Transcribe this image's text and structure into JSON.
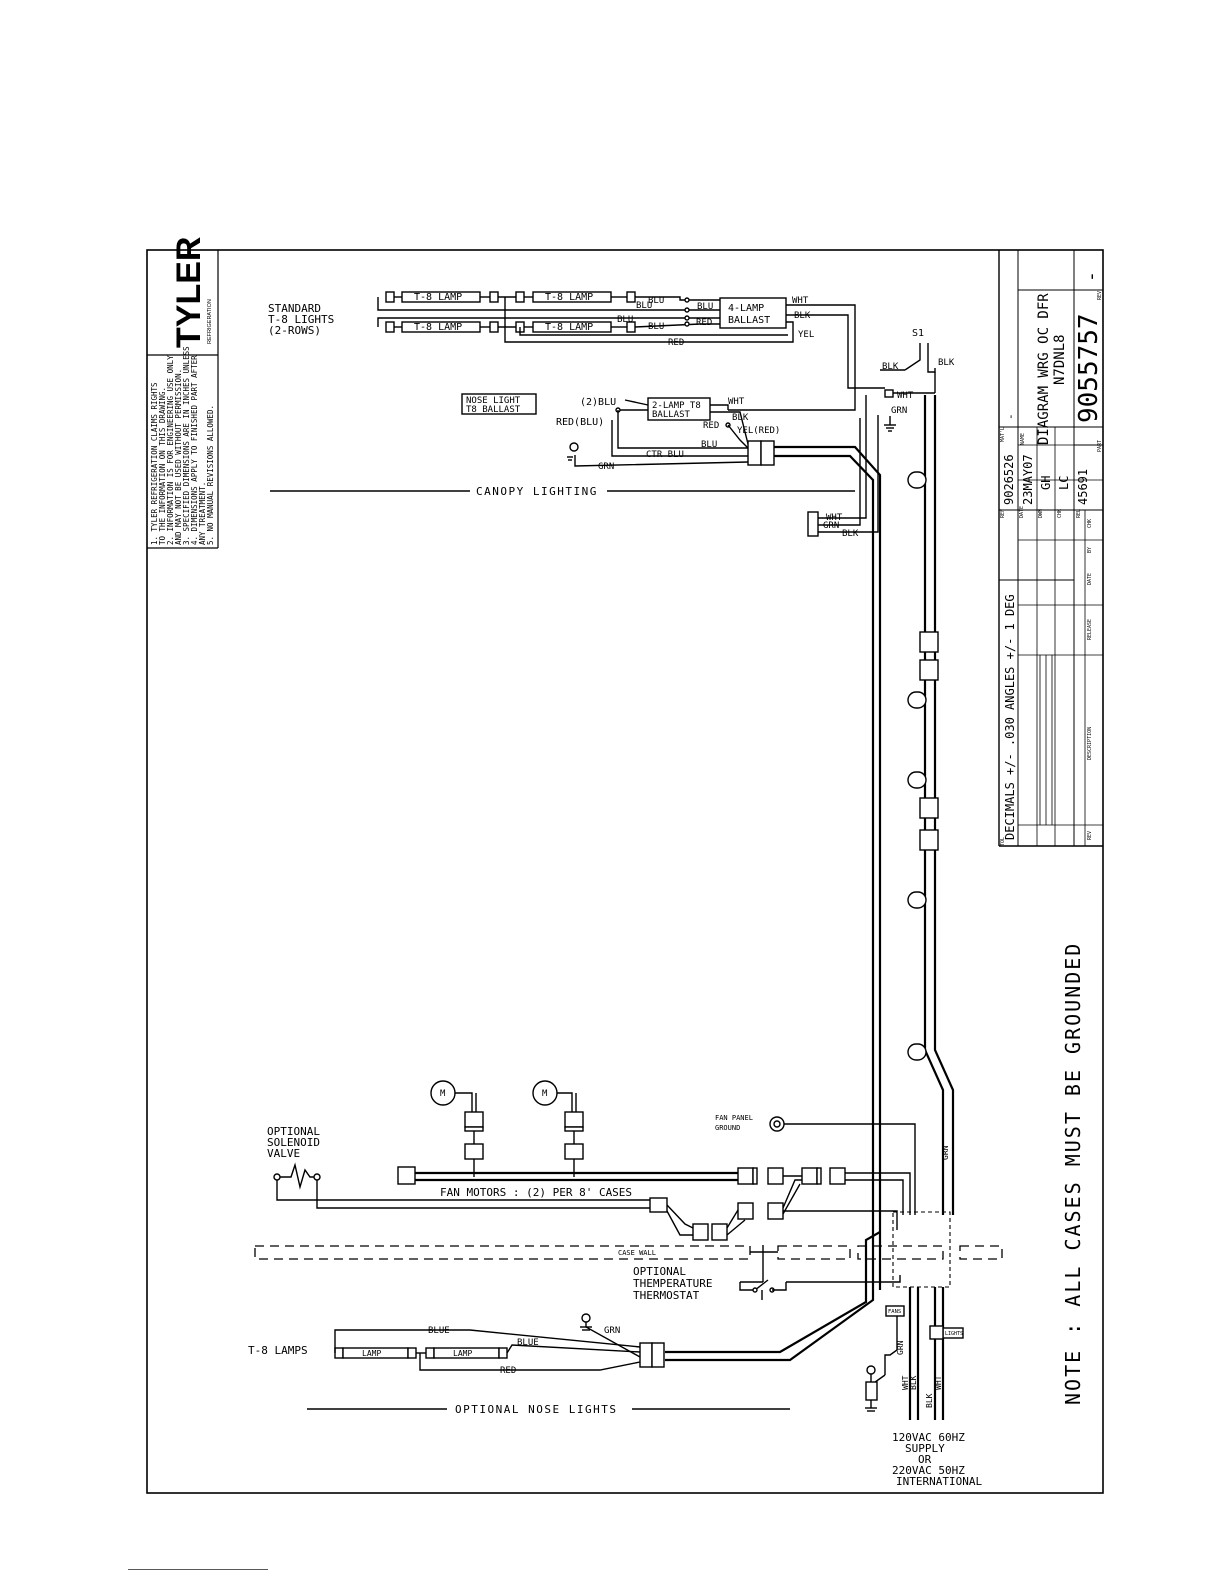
{
  "title_block": {
    "logo": "TYLER",
    "logo_sub": "REFRIGERATION",
    "notes": [
      "1. TYLER REFRIGERATION CLAIMS RIGHTS",
      "TO THE INFORMATION ON THIS DRAWING.",
      "2. INFORMATION IS FOR ENGINEERING USE ONLY",
      "AND MAY NOT BE USED WITHOUT PERMISSION.",
      "3. SPECIFIED DIMENSIONS ARE IN INCHES UNLESS",
      "4. DIMENSIONS APPLY TO FINISHED PART AFTER",
      "ANY TREATMENT.",
      "5. NO MANUAL REVISIONS ALLOWED."
    ],
    "part_number": "9055757",
    "rev_value": "-",
    "drawing_name_line1": "DIAGRAM WRG OC DFR",
    "drawing_name_line2": "N7DNL8",
    "matl_value": "-",
    "ref": "9026526",
    "date": "23MAY07",
    "drawn": "GH",
    "checked": "LC",
    "release_no": "45691",
    "tolerance": "DECIMALS +/- .030  ANGLES +/- 1 DEG",
    "labels": {
      "rev": "REV",
      "part": "PART",
      "name": "NAME",
      "matl": "MAT'L",
      "ref": "REF",
      "date": "DATE",
      "dwn": "DWN",
      "chk": "CHK",
      "rel": "REL",
      "description": "DESCRIPTION",
      "release": "RELEASE",
      "by": "BY",
      "tol": "TOL"
    }
  },
  "diagram": {
    "standard_lights_label": [
      "STANDARD",
      "T-8 LIGHTS",
      "(2-ROWS)"
    ],
    "lamp_label": "T-8 LAMP",
    "four_lamp_ballast": [
      "4-LAMP",
      "BALLAST"
    ],
    "two_lamp_ballast": [
      "2-LAMP T8",
      "BALLAST"
    ],
    "nose_light_ballast": [
      "NOSE LIGHT",
      "T8 BALLAST"
    ],
    "switch_label": "S1",
    "canopy_lighting": "CANOPY LIGHTING",
    "fan_motor_symbol": "M",
    "fan_motors_label": "FAN MOTORS : (2) PER 8' CASES",
    "fan_panel_ground": [
      "FAN PANEL",
      "GROUND"
    ],
    "solenoid_label": [
      "OPTIONAL",
      "SOLENOID",
      "VALVE"
    ],
    "case_wall": "CASE WALL",
    "thermostat_label": [
      "OPTIONAL",
      "THEMPERATURE",
      "THERMOSTAT"
    ],
    "t8_lamps_label": "T-8 LAMPS",
    "lamp_small": "LAMP",
    "optional_nose_lights": "OPTIONAL NOSE LIGHTS",
    "fans_tag": "FANS",
    "lights_tag": "LIGHTS",
    "supply": [
      "120VAC  60HZ",
      "SUPPLY",
      "OR",
      "220VAC  50HZ",
      "INTERNATIONAL"
    ],
    "note": "NOTE : ALL CASES MUST BE GROUNDED",
    "wire": {
      "blu": "BLU",
      "wht": "WHT",
      "blk": "BLK",
      "yel": "YEL",
      "red": "RED",
      "grn": "GRN",
      "blue": "BLUE",
      "ctr_blu": "CTR BLU",
      "two_blu": "(2)BLU",
      "red_blu": "RED(BLU)",
      "yel_red": "YEL(RED)"
    }
  }
}
